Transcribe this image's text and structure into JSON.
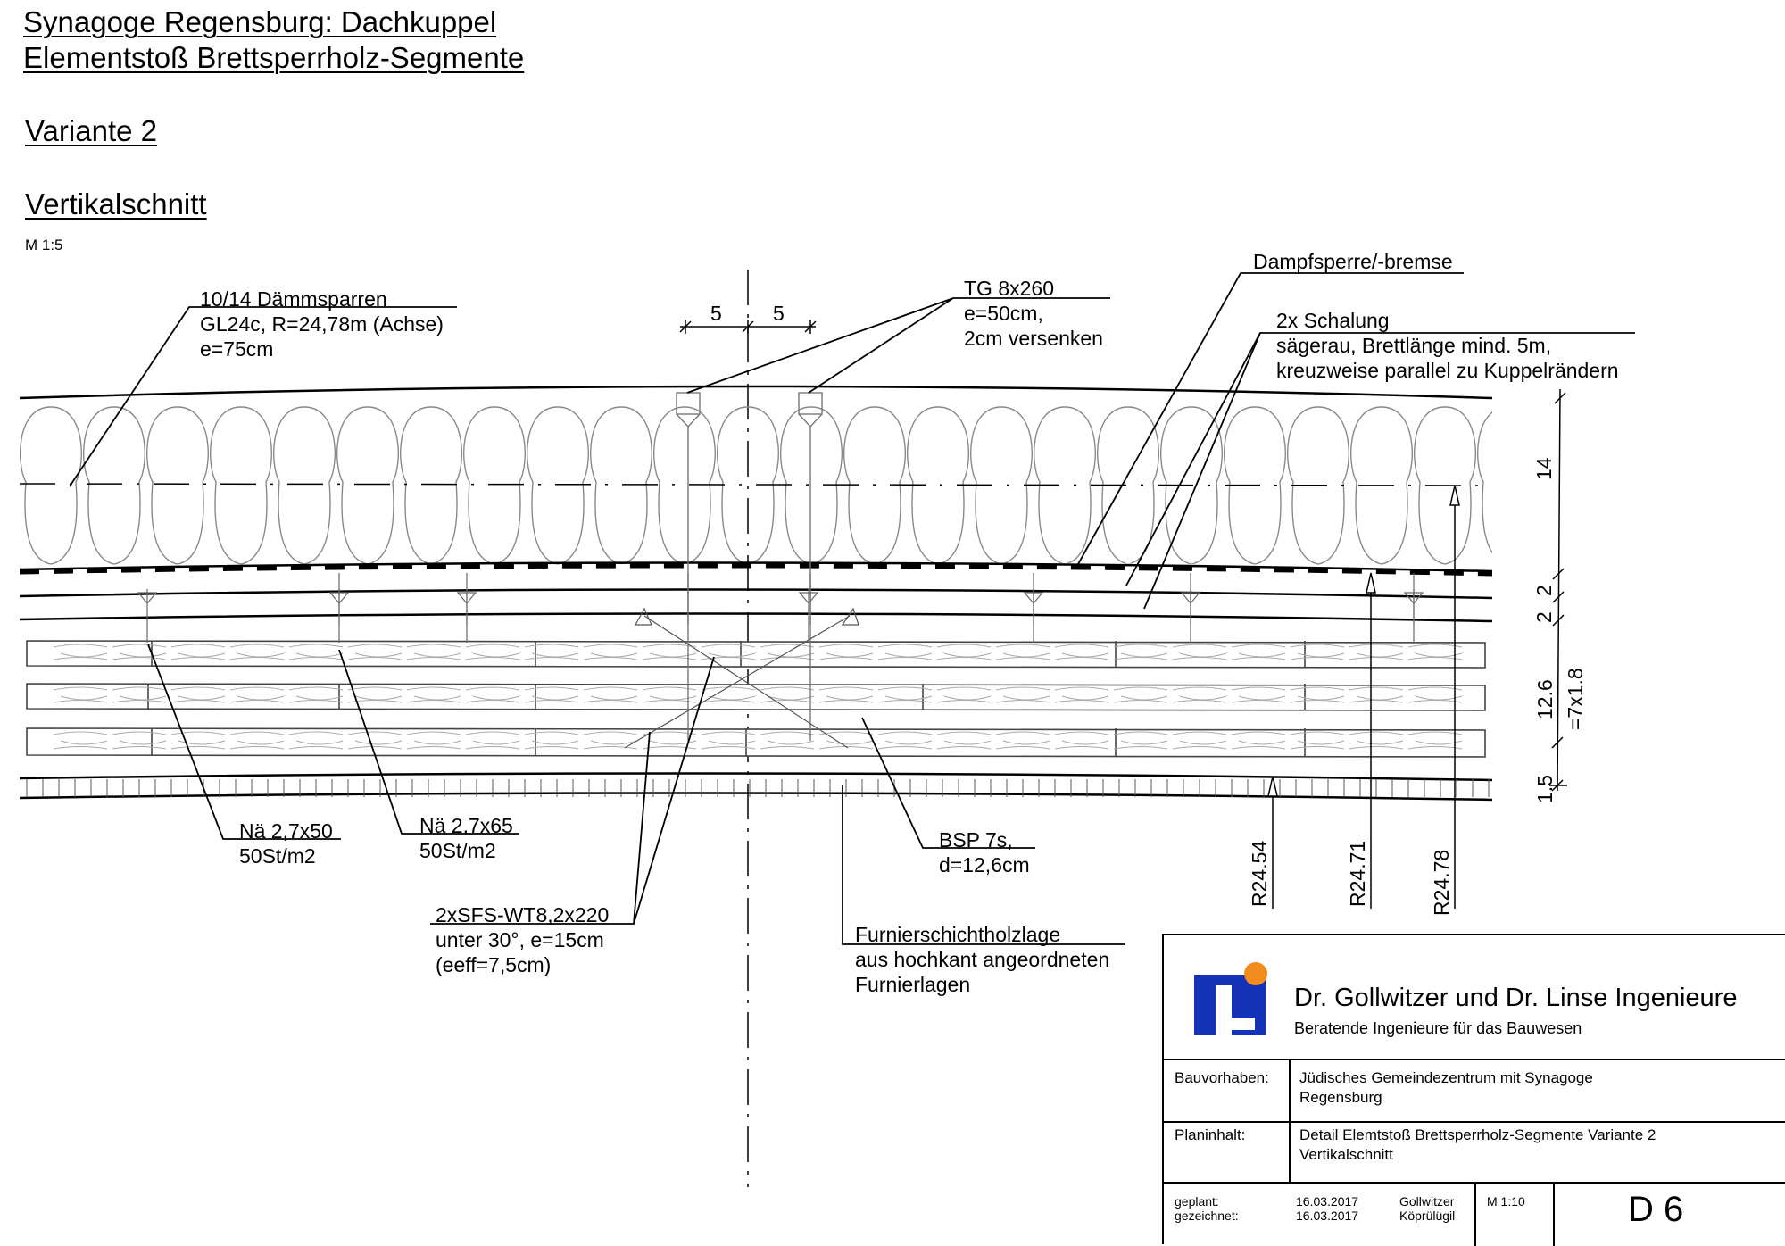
{
  "title": {
    "line1": "Synagoge Regensburg: Dachkuppel",
    "line2": "Elementstoß Brettsperrholz-Segmente",
    "variant": "Variante 2",
    "view": "Vertikalschnitt",
    "scale": "M 1:5"
  },
  "annotations": {
    "rafter": [
      "10/14  Dämmsparren",
      "GL24c, R=24,78m (Achse)",
      "e=75cm"
    ],
    "screw_tg": [
      "TG 8x260",
      "e=50cm,",
      "2cm versenken"
    ],
    "vapor": [
      "Dampfsperre/-bremse"
    ],
    "boarding": [
      "2x Schalung",
      "sägerau, Brettlänge mind. 5m,",
      "kreuzweise parallel zu Kuppelrändern"
    ],
    "nail1": [
      "Nä 2,7x50",
      "50St/m2"
    ],
    "nail2": [
      "Nä 2,7x65",
      "50St/m2"
    ],
    "sfs": [
      "2xSFS-WT8,2x220",
      "unter 30°, e=15cm",
      "(eeff=7,5cm)"
    ],
    "clt": [
      "BSP 7s,",
      "d=12,6cm"
    ],
    "lvl": [
      "Furnierschichtholzlage",
      "aus hochkant angeordneten",
      "Furnierlagen"
    ]
  },
  "dimensions": {
    "top_left": "5",
    "top_right": "5",
    "d14": "14",
    "d2a": "2",
    "d2b": "2",
    "d126": "12.6",
    "d7x18": "=7x1.8",
    "d15": "1.5",
    "r1": "R24.54",
    "r2": "R24.71",
    "r3": "R24.78"
  },
  "titleblock": {
    "company": "Dr. Gollwitzer und Dr. Linse Ingenieure",
    "subtitle": "Beratende Ingenieure für das Bauwesen",
    "logo_colors": {
      "blue": "#1433b8",
      "orange": "#f28c1e"
    },
    "project_label": "Bauvorhaben:",
    "project_value": [
      "Jüdisches Gemeindezentrum mit Synagoge",
      "Regensburg"
    ],
    "content_label": "Planinhalt:",
    "content_value": [
      "Detail  Elemtstoß Brettsperrholz-Segmente Variante 2",
      "Vertikalschnitt"
    ],
    "planned_label": "geplant:",
    "drawn_label": "gezeichnet:",
    "planned_date": "16.03.2017",
    "drawn_date": "16.03.2017",
    "planned_by": "Gollwitzer",
    "drawn_by": "Köprülügil",
    "scale": "M 1:10",
    "sheet": "D 6"
  }
}
